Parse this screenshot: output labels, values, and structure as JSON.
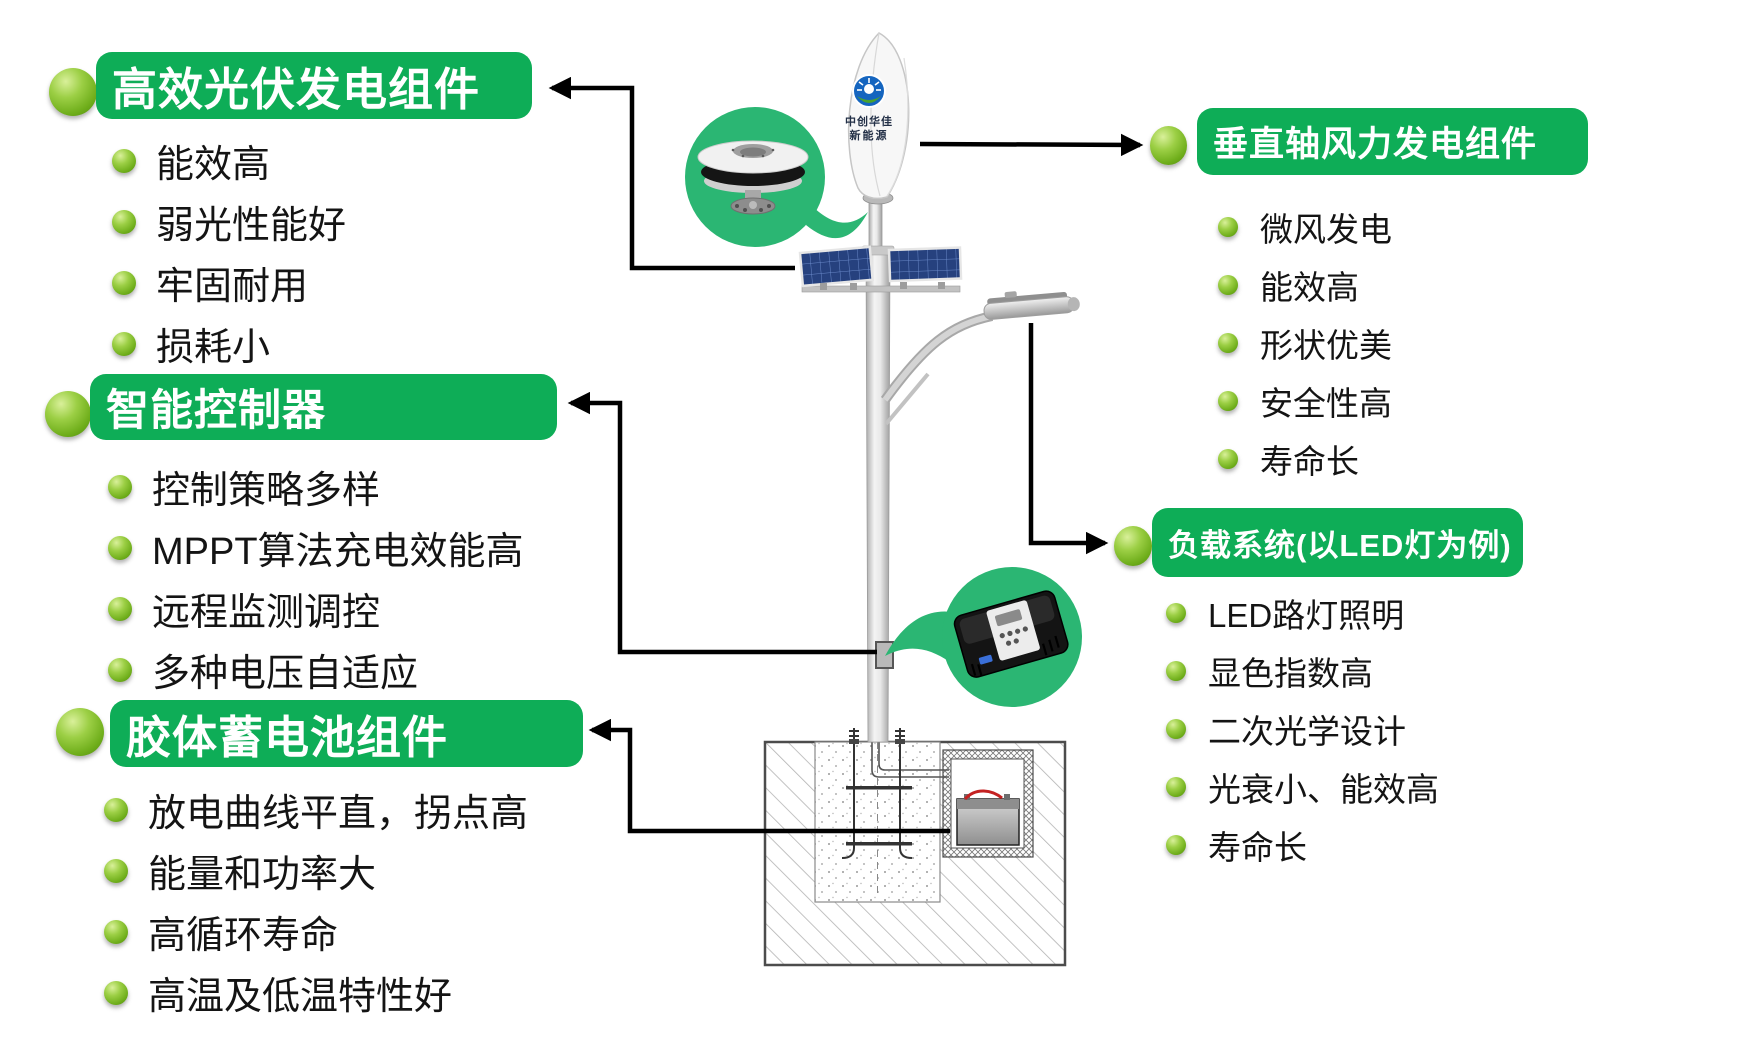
{
  "palette": {
    "header_green": "#0ead57",
    "inset_green": "#2bb673",
    "ball_green": "#6fae1b",
    "arrow_black": "#000000",
    "panel_blue": "#26417e"
  },
  "sections": {
    "pv": {
      "title": "高效光伏发电组件",
      "items": [
        "能效高",
        "弱光性能好",
        "牢固耐用",
        "损耗小"
      ]
    },
    "controller": {
      "title": "智能控制器",
      "items": [
        "控制策略多样",
        "MPPT算法充电效能高",
        "远程监测调控",
        "多种电压自适应"
      ]
    },
    "battery": {
      "title": "胶体蓄电池组件",
      "items": [
        "放电曲线平直，拐点高",
        "能量和功率大",
        "高循环寿命",
        "高温及低温特性好"
      ]
    },
    "wind": {
      "title": "垂直轴风力发电组件",
      "items": [
        "微风发电",
        "能效高",
        "形状优美",
        "安全性高",
        "寿命长"
      ]
    },
    "load": {
      "title": "负载系统(以LED灯为例)",
      "items": [
        "LED路灯照明",
        "显色指数高",
        "二次光学设计",
        "光衰小、能效高",
        "寿命长"
      ]
    }
  },
  "illustration": {
    "turbine_logo_lines": [
      "中创华佳",
      "新能源"
    ]
  }
}
